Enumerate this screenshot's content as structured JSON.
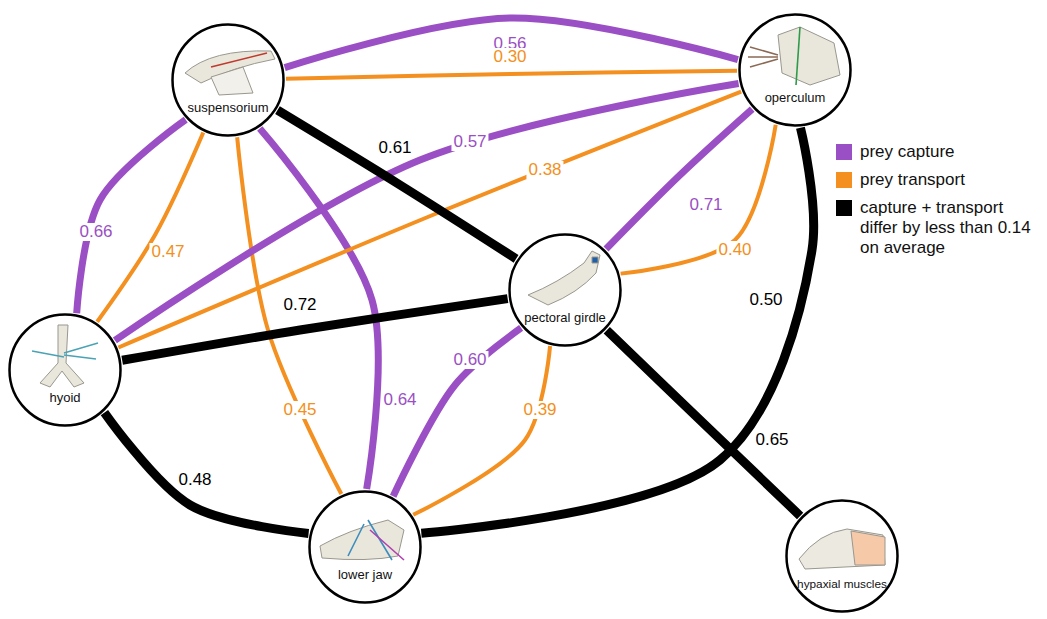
{
  "diagram": {
    "nodes": [
      {
        "text": [
          "suspensorium"
        ]
      },
      {
        "text": [
          "operculum"
        ]
      },
      {
        "text": [
          "hyoid"
        ]
      },
      {
        "text": [
          "pectoral girdle"
        ]
      },
      {
        "text": [
          "lower jaw"
        ]
      },
      {
        "text": [
          "hypaxial muscles"
        ]
      }
    ],
    "edges": [
      {
        "from": 0,
        "to": 1,
        "label": "0.56",
        "arrow": "none"
      },
      {
        "from": 0,
        "to": 1,
        "label": "0.30",
        "arrow": "none"
      },
      {
        "from": 0,
        "to": 2,
        "label": "0.66",
        "arrow": "none"
      },
      {
        "from": 0,
        "to": 2,
        "label": "0.47",
        "arrow": "none"
      },
      {
        "from": 0,
        "to": 4,
        "label": "0.64",
        "arrow": "none"
      },
      {
        "from": 0,
        "to": 4,
        "label": "0.45",
        "arrow": "none"
      },
      {
        "from": 1,
        "to": 2,
        "label": "0.57",
        "arrow": "none"
      },
      {
        "from": 1,
        "to": 2,
        "label": "0.38",
        "arrow": "none"
      },
      {
        "from": 1,
        "to": 3,
        "label": "0.71",
        "arrow": "none"
      },
      {
        "from": 1,
        "to": 3,
        "label": "0.40",
        "arrow": "none"
      },
      {
        "from": 3,
        "to": 4,
        "label": "0.60",
        "arrow": "none"
      },
      {
        "from": 3,
        "to": 4,
        "label": "0.39",
        "arrow": "none"
      },
      {
        "from": 0,
        "to": 3,
        "label": "0.61",
        "arrow": "none"
      },
      {
        "from": 2,
        "to": 3,
        "label": "0.72",
        "arrow": "none"
      },
      {
        "from": 2,
        "to": 4,
        "label": "0.48",
        "arrow": "none"
      },
      {
        "from": 1,
        "to": 4,
        "label": "0.50",
        "arrow": "none"
      },
      {
        "from": 3,
        "to": 5,
        "label": "0.65",
        "arrow": "none"
      }
    ],
    "legend": [
      {
        "text": "prey capture",
        "color": "#9b4fc4"
      },
      {
        "text": "prey transport",
        "color": "#f39020"
      },
      {
        "text": "capture + transport differ by less than 0.14 on average",
        "color": "#000000"
      }
    ]
  }
}
